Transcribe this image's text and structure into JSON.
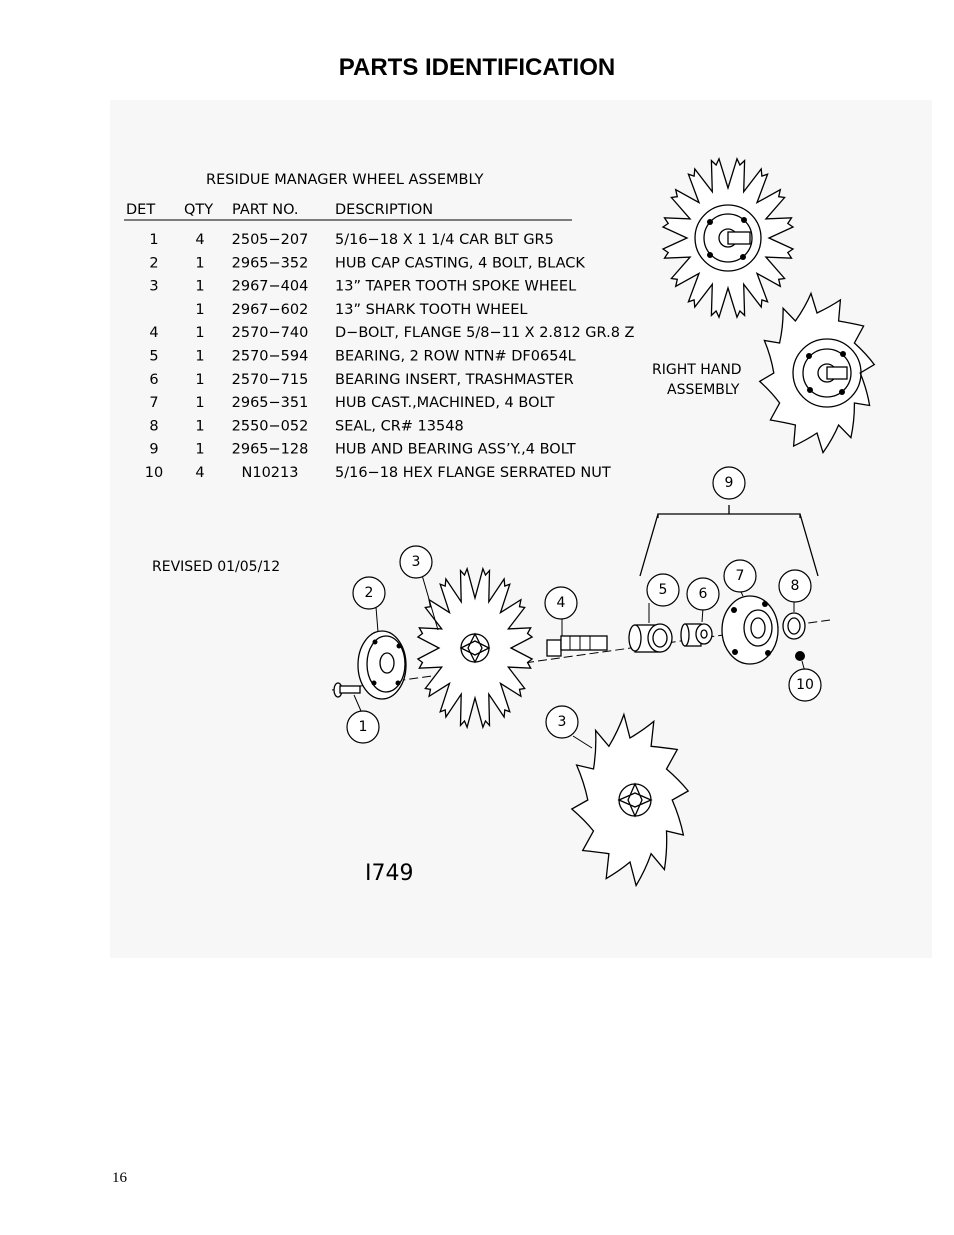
{
  "page": {
    "title": "PARTS IDENTIFICATION",
    "page_number": "16"
  },
  "table": {
    "title": "RESIDUE MANAGER WHEEL ASSEMBLY",
    "headers": {
      "det": "DET",
      "qty": "QTY",
      "part": "PART NO.",
      "desc": "DESCRIPTION"
    },
    "rows": [
      {
        "det": "1",
        "qty": "4",
        "part": "2505−207",
        "desc": "5/16−18 X 1 1/4 CAR BLT GR5"
      },
      {
        "det": "2",
        "qty": "1",
        "part": "2965−352",
        "desc": "HUB CAP CASTING, 4 BOLT, BLACK"
      },
      {
        "det": "3",
        "qty": "1",
        "part": "2967−404",
        "desc": "13” TAPER TOOTH SPOKE WHEEL"
      },
      {
        "det": "",
        "qty": "1",
        "part": "2967−602",
        "desc": "13” SHARK TOOTH WHEEL"
      },
      {
        "det": "4",
        "qty": "1",
        "part": "2570−740",
        "desc": "D−BOLT, FLANGE 5/8−11 X 2.812 GR.8 Z"
      },
      {
        "det": "5",
        "qty": "1",
        "part": "2570−594",
        "desc": "BEARING, 2 ROW NTN# DF0654L"
      },
      {
        "det": "6",
        "qty": "1",
        "part": "2570−715",
        "desc": "BEARING INSERT, TRASHMASTER"
      },
      {
        "det": "7",
        "qty": "1",
        "part": "2965−351",
        "desc": "HUB CAST.,MACHINED, 4 BOLT"
      },
      {
        "det": "8",
        "qty": "1",
        "part": "2550−052",
        "desc": "SEAL, CR# 13548"
      },
      {
        "det": "9",
        "qty": "1",
        "part": "2965−128",
        "desc": "HUB AND BEARING ASS’Y.,4 BOLT"
      },
      {
        "det": "10",
        "qty": "4",
        "part": "N10213",
        "desc": "5/16−18 HEX FLANGE SERRATED NUT"
      }
    ]
  },
  "labels": {
    "right_hand_line1": "RIGHT HAND",
    "right_hand_line2": "ASSEMBLY",
    "revised": "REVISED 01/05/12",
    "drawing_number": "I749"
  },
  "callouts": {
    "c1": "1",
    "c2": "2",
    "c3a": "3",
    "c3b": "3",
    "c4": "4",
    "c5": "5",
    "c6": "6",
    "c7": "7",
    "c8": "8",
    "c9": "9",
    "c10": "10"
  }
}
